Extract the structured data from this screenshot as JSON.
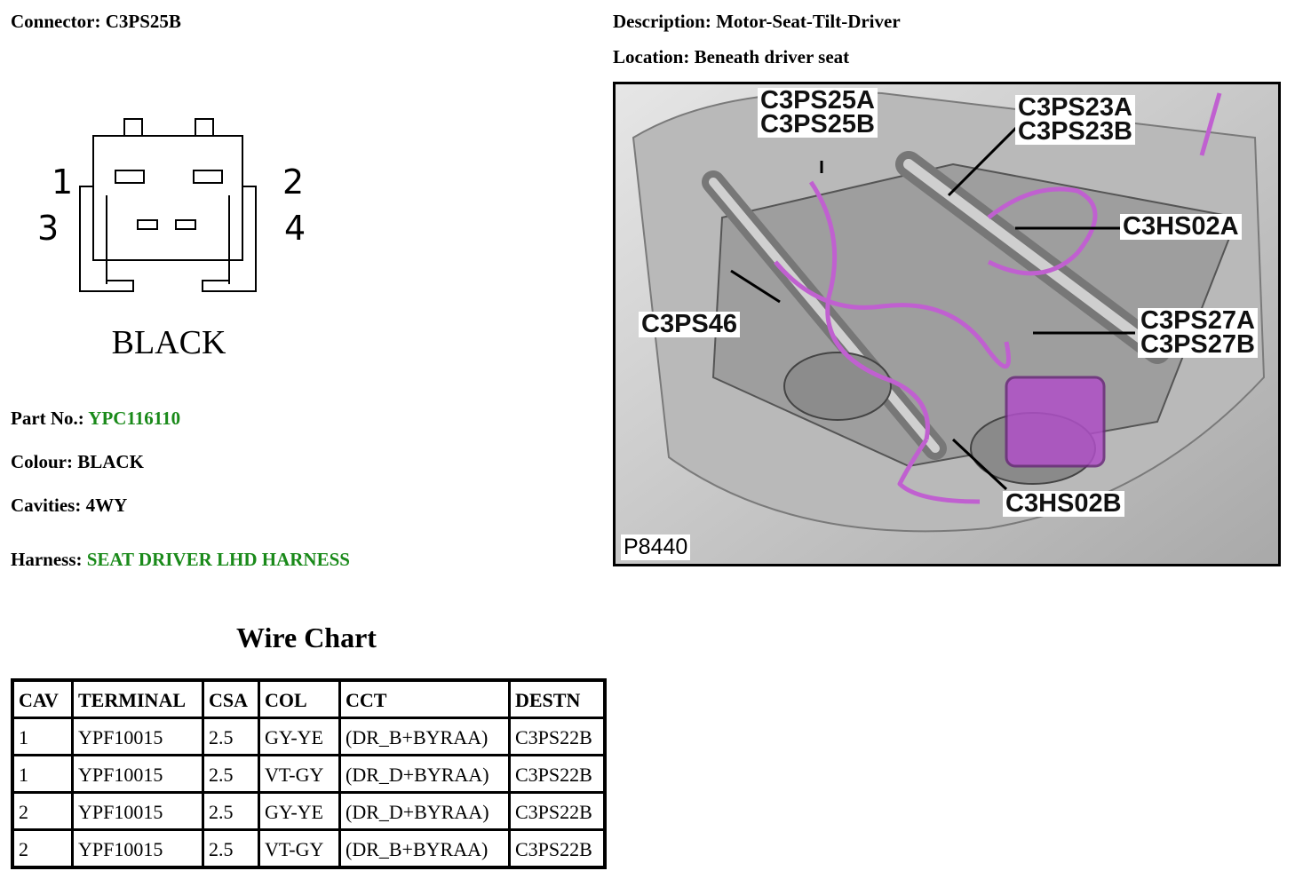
{
  "connector": {
    "label": "Connector:",
    "value": "C3PS25B"
  },
  "description": {
    "label": "Description:",
    "value": "Motor-Seat-Tilt-Driver"
  },
  "location": {
    "label": "Location:",
    "value": "Beneath driver seat"
  },
  "diagram": {
    "pin_labels": [
      "1",
      "2",
      "3",
      "4"
    ],
    "colour_caption": "BLACK"
  },
  "part_no": {
    "label": "Part No.:",
    "value": "YPC116110",
    "value_color": "#1a8a1a"
  },
  "colour": {
    "label": "Colour:",
    "value": "BLACK"
  },
  "cavities": {
    "label": "Cavities:",
    "value": "4WY"
  },
  "harness": {
    "label": "Harness:",
    "value": "SEAT DRIVER LHD HARNESS",
    "value_color": "#1a8a1a"
  },
  "wire_chart": {
    "title": "Wire Chart",
    "headers": [
      "CAV",
      "TERMINAL",
      "CSA",
      "COL",
      "CCT",
      "DESTN"
    ],
    "rows": [
      [
        "1",
        "YPF10015",
        "2.5",
        "GY-YE",
        "(DR_B+BYRAA)",
        "C3PS22B"
      ],
      [
        "1",
        "YPF10015",
        "2.5",
        "VT-GY",
        "(DR_D+BYRAA)",
        "C3PS22B"
      ],
      [
        "2",
        "YPF10015",
        "2.5",
        "GY-YE",
        "(DR_D+BYRAA)",
        "C3PS22B"
      ],
      [
        "2",
        "YPF10015",
        "2.5",
        "VT-GY",
        "(DR_B+BYRAA)",
        "C3PS22B"
      ]
    ]
  },
  "photo": {
    "callouts": {
      "c3ps25": [
        "C3PS25A",
        "C3PS25B"
      ],
      "c3ps23": [
        "C3PS23A",
        "C3PS23B"
      ],
      "c3hs02a": [
        "C3HS02A"
      ],
      "c3ps46": [
        "C3PS46"
      ],
      "c3ps27": [
        "C3PS27A",
        "C3PS27B"
      ],
      "c3hs02b": [
        "C3HS02B"
      ]
    },
    "reference": "P8440",
    "harness_highlight_color": "#c060d0"
  }
}
